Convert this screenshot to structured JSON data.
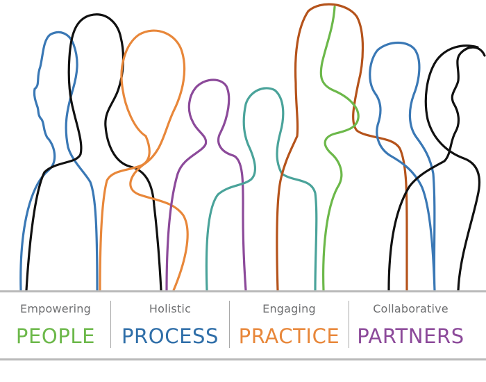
{
  "colors": {
    "black": "#111111",
    "blue": "#3a78b5",
    "orange": "#e8873a",
    "purple": "#8c4a9a",
    "teal": "#4aa39a",
    "brown": "#b5531b",
    "green": "#6cb84a",
    "divider": "#b9b9b9",
    "subtitle": "#6d6e70"
  },
  "columns": [
    {
      "sub": "Empowering",
      "main": "PEOPLE",
      "color": "#6cb84a"
    },
    {
      "sub": "Holistic",
      "main": "PROCESS",
      "color": "#2f6ea8"
    },
    {
      "sub": "Engaging",
      "main": "PRACTICE",
      "color": "#e8873a"
    },
    {
      "sub": "Collaborative",
      "main": "PARTNERS",
      "color": "#8c4a9a"
    }
  ]
}
